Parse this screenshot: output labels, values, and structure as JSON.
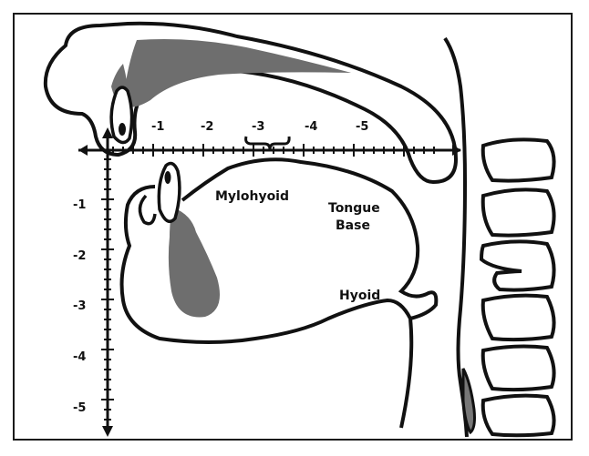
{
  "x_axis_ticks": [
    "-1",
    "-2",
    "-3",
    "-4",
    "-5"
  ],
  "y_axis_ticks": [
    "-1",
    "-2",
    "-3",
    "-4",
    "-5"
  ],
  "labels": {
    "mylohyoid": "Mylohyoid",
    "tongue_base_line1": "Tongue",
    "tongue_base_line2": "Base",
    "hyoid": "Hyoid"
  }
}
